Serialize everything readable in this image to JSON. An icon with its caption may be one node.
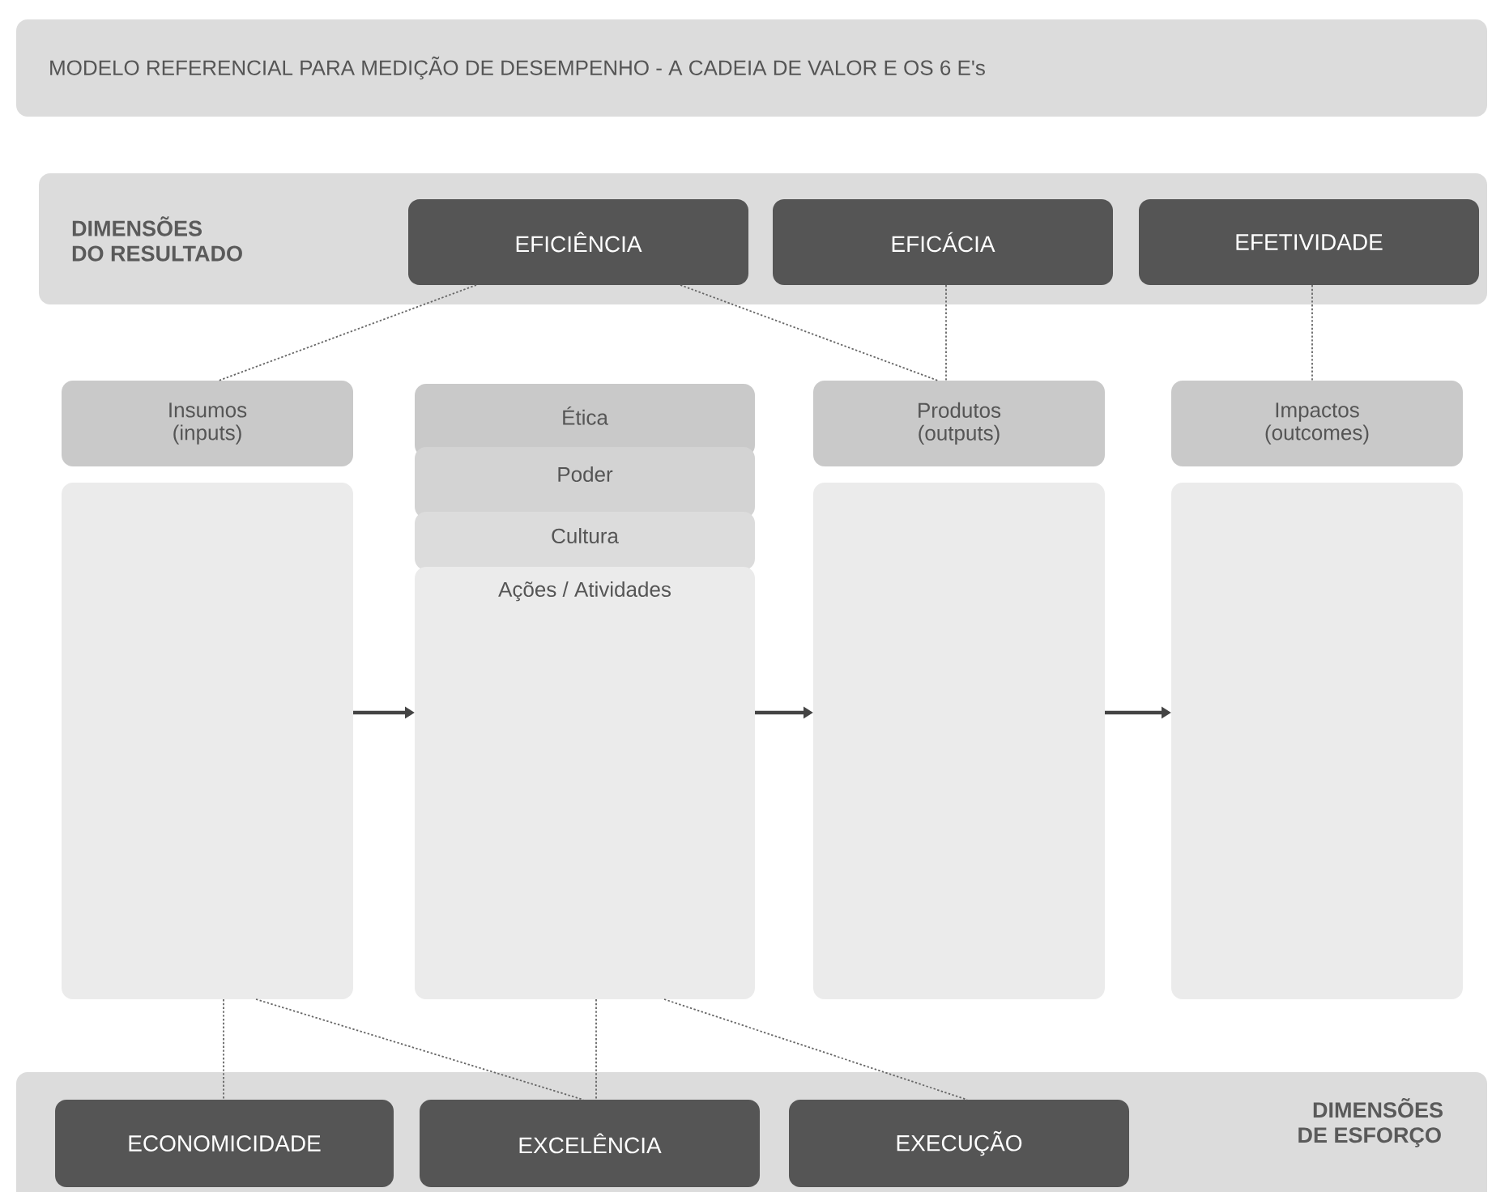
{
  "diagram": {
    "nodes": [
      {
        "text": [
          "MODELO REFERENCIAL PARA MEDIÇÃO DE DESEMPENHO - A CADEIA DE VALOR E OS 6 E's"
        ]
      },
      {
        "text": [
          "DIMENSÕES DO RESULTADO"
        ]
      },
      {
        "text": [
          "EFICIÊNCIA"
        ],
        "in": 1
      },
      {
        "text": [
          "EFICÁCIA"
        ],
        "in": 1
      },
      {
        "text": [
          "EFETIVIDADE"
        ],
        "in": 1
      },
      {
        "text": [
          "Insumos (inputs)"
        ]
      },
      {
        "text": [],
        "shape": "box"
      },
      {
        "text": [
          "Ética"
        ]
      },
      {
        "text": [
          "Poder"
        ]
      },
      {
        "text": [
          "Cultura"
        ]
      },
      {
        "text": [
          "Ações / Atividades"
        ]
      },
      {
        "text": [
          "Produtos (outputs)"
        ]
      },
      {
        "text": [],
        "shape": "box"
      },
      {
        "text": [
          "Impactos (outcomes)"
        ]
      },
      {
        "text": [],
        "shape": "box"
      },
      {
        "text": [
          "DIMENSÕES DE ESFORÇO"
        ]
      },
      {
        "text": [
          "ECONOMICIDADE"
        ],
        "in": 15
      },
      {
        "text": [
          "EXCELÊNCIA"
        ],
        "in": 15
      },
      {
        "text": [
          "EXECUÇÃO"
        ],
        "in": 15
      }
    ],
    "edges": [
      {
        "from": 2,
        "to": 5,
        "arrow": "none",
        "style": "dashed"
      },
      {
        "from": 2,
        "to": 11,
        "arrow": "none",
        "style": "dashed"
      },
      {
        "from": 3,
        "to": 11,
        "arrow": "none",
        "style": "dashed"
      },
      {
        "from": 4,
        "to": 13,
        "arrow": "none",
        "style": "dashed"
      },
      {
        "from": 6,
        "to": 16,
        "arrow": "none",
        "style": "dashed"
      },
      {
        "from": 6,
        "to": 17,
        "arrow": "none",
        "style": "dashed"
      },
      {
        "from": 10,
        "to": 17,
        "arrow": "none",
        "style": "dashed"
      },
      {
        "from": 10,
        "to": 18,
        "arrow": "none",
        "style": "dashed"
      },
      {
        "from": 6,
        "to": 10,
        "arrow": "to"
      },
      {
        "from": 10,
        "to": 12,
        "arrow": "to"
      },
      {
        "from": 12,
        "to": 14,
        "arrow": "to"
      }
    ]
  }
}
